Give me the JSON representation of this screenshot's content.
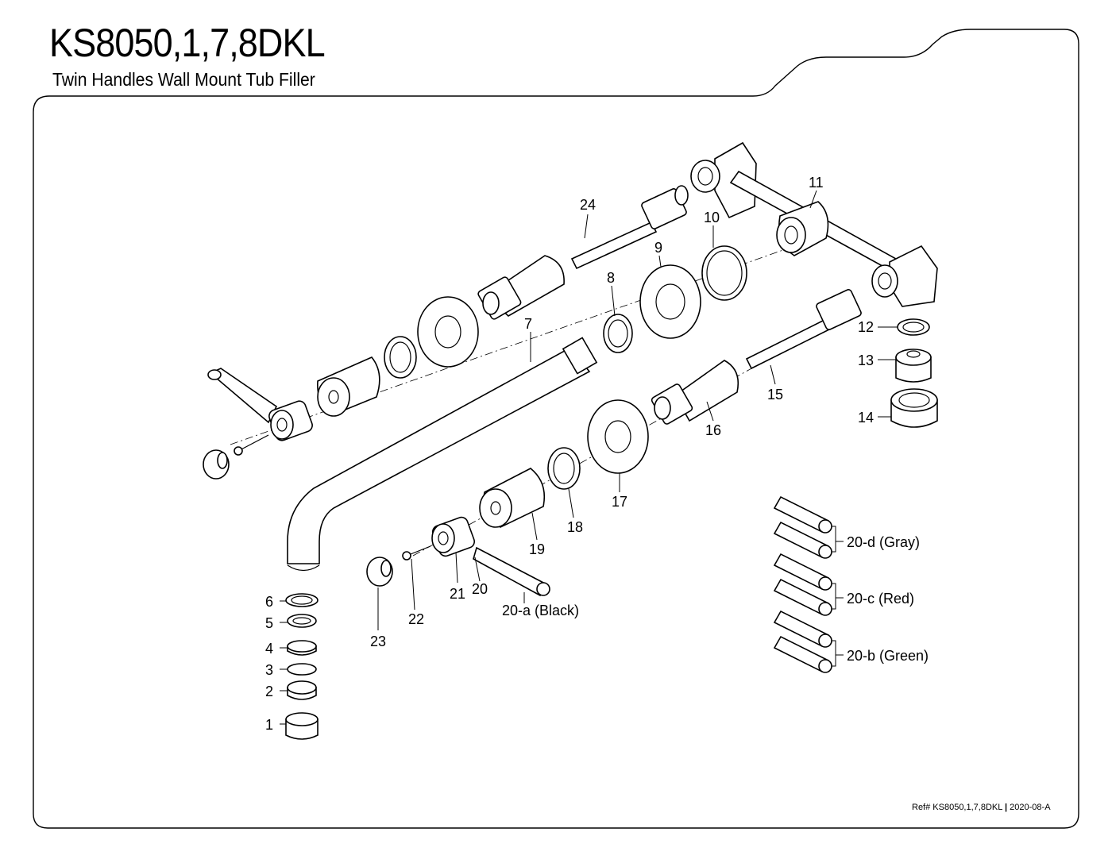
{
  "header": {
    "title": "KS8050,1,7,8DKL",
    "subtitle": "Twin Handles Wall Mount Tub Filler"
  },
  "footer": {
    "ref_prefix": "Ref# KS8050,1,7,8DKL",
    "separator": "|",
    "revision": "2020-08-A"
  },
  "callouts": {
    "p1": "1",
    "p2": "2",
    "p3": "3",
    "p4": "4",
    "p5": "5",
    "p6": "6",
    "p7": "7",
    "p8": "8",
    "p9": "9",
    "p10": "10",
    "p11": "11",
    "p12": "12",
    "p13": "13",
    "p14": "14",
    "p15": "15",
    "p16": "16",
    "p17": "17",
    "p18": "18",
    "p19": "19",
    "p20": "20",
    "p21": "21",
    "p22": "22",
    "p23": "23",
    "p24": "24",
    "p20a": "20-a (Black)",
    "p20b": "20-b (Green)",
    "p20c": "20-c (Red)",
    "p20d": "20-d (Gray)"
  },
  "colors": {
    "line": "#000000",
    "background": "#ffffff"
  }
}
